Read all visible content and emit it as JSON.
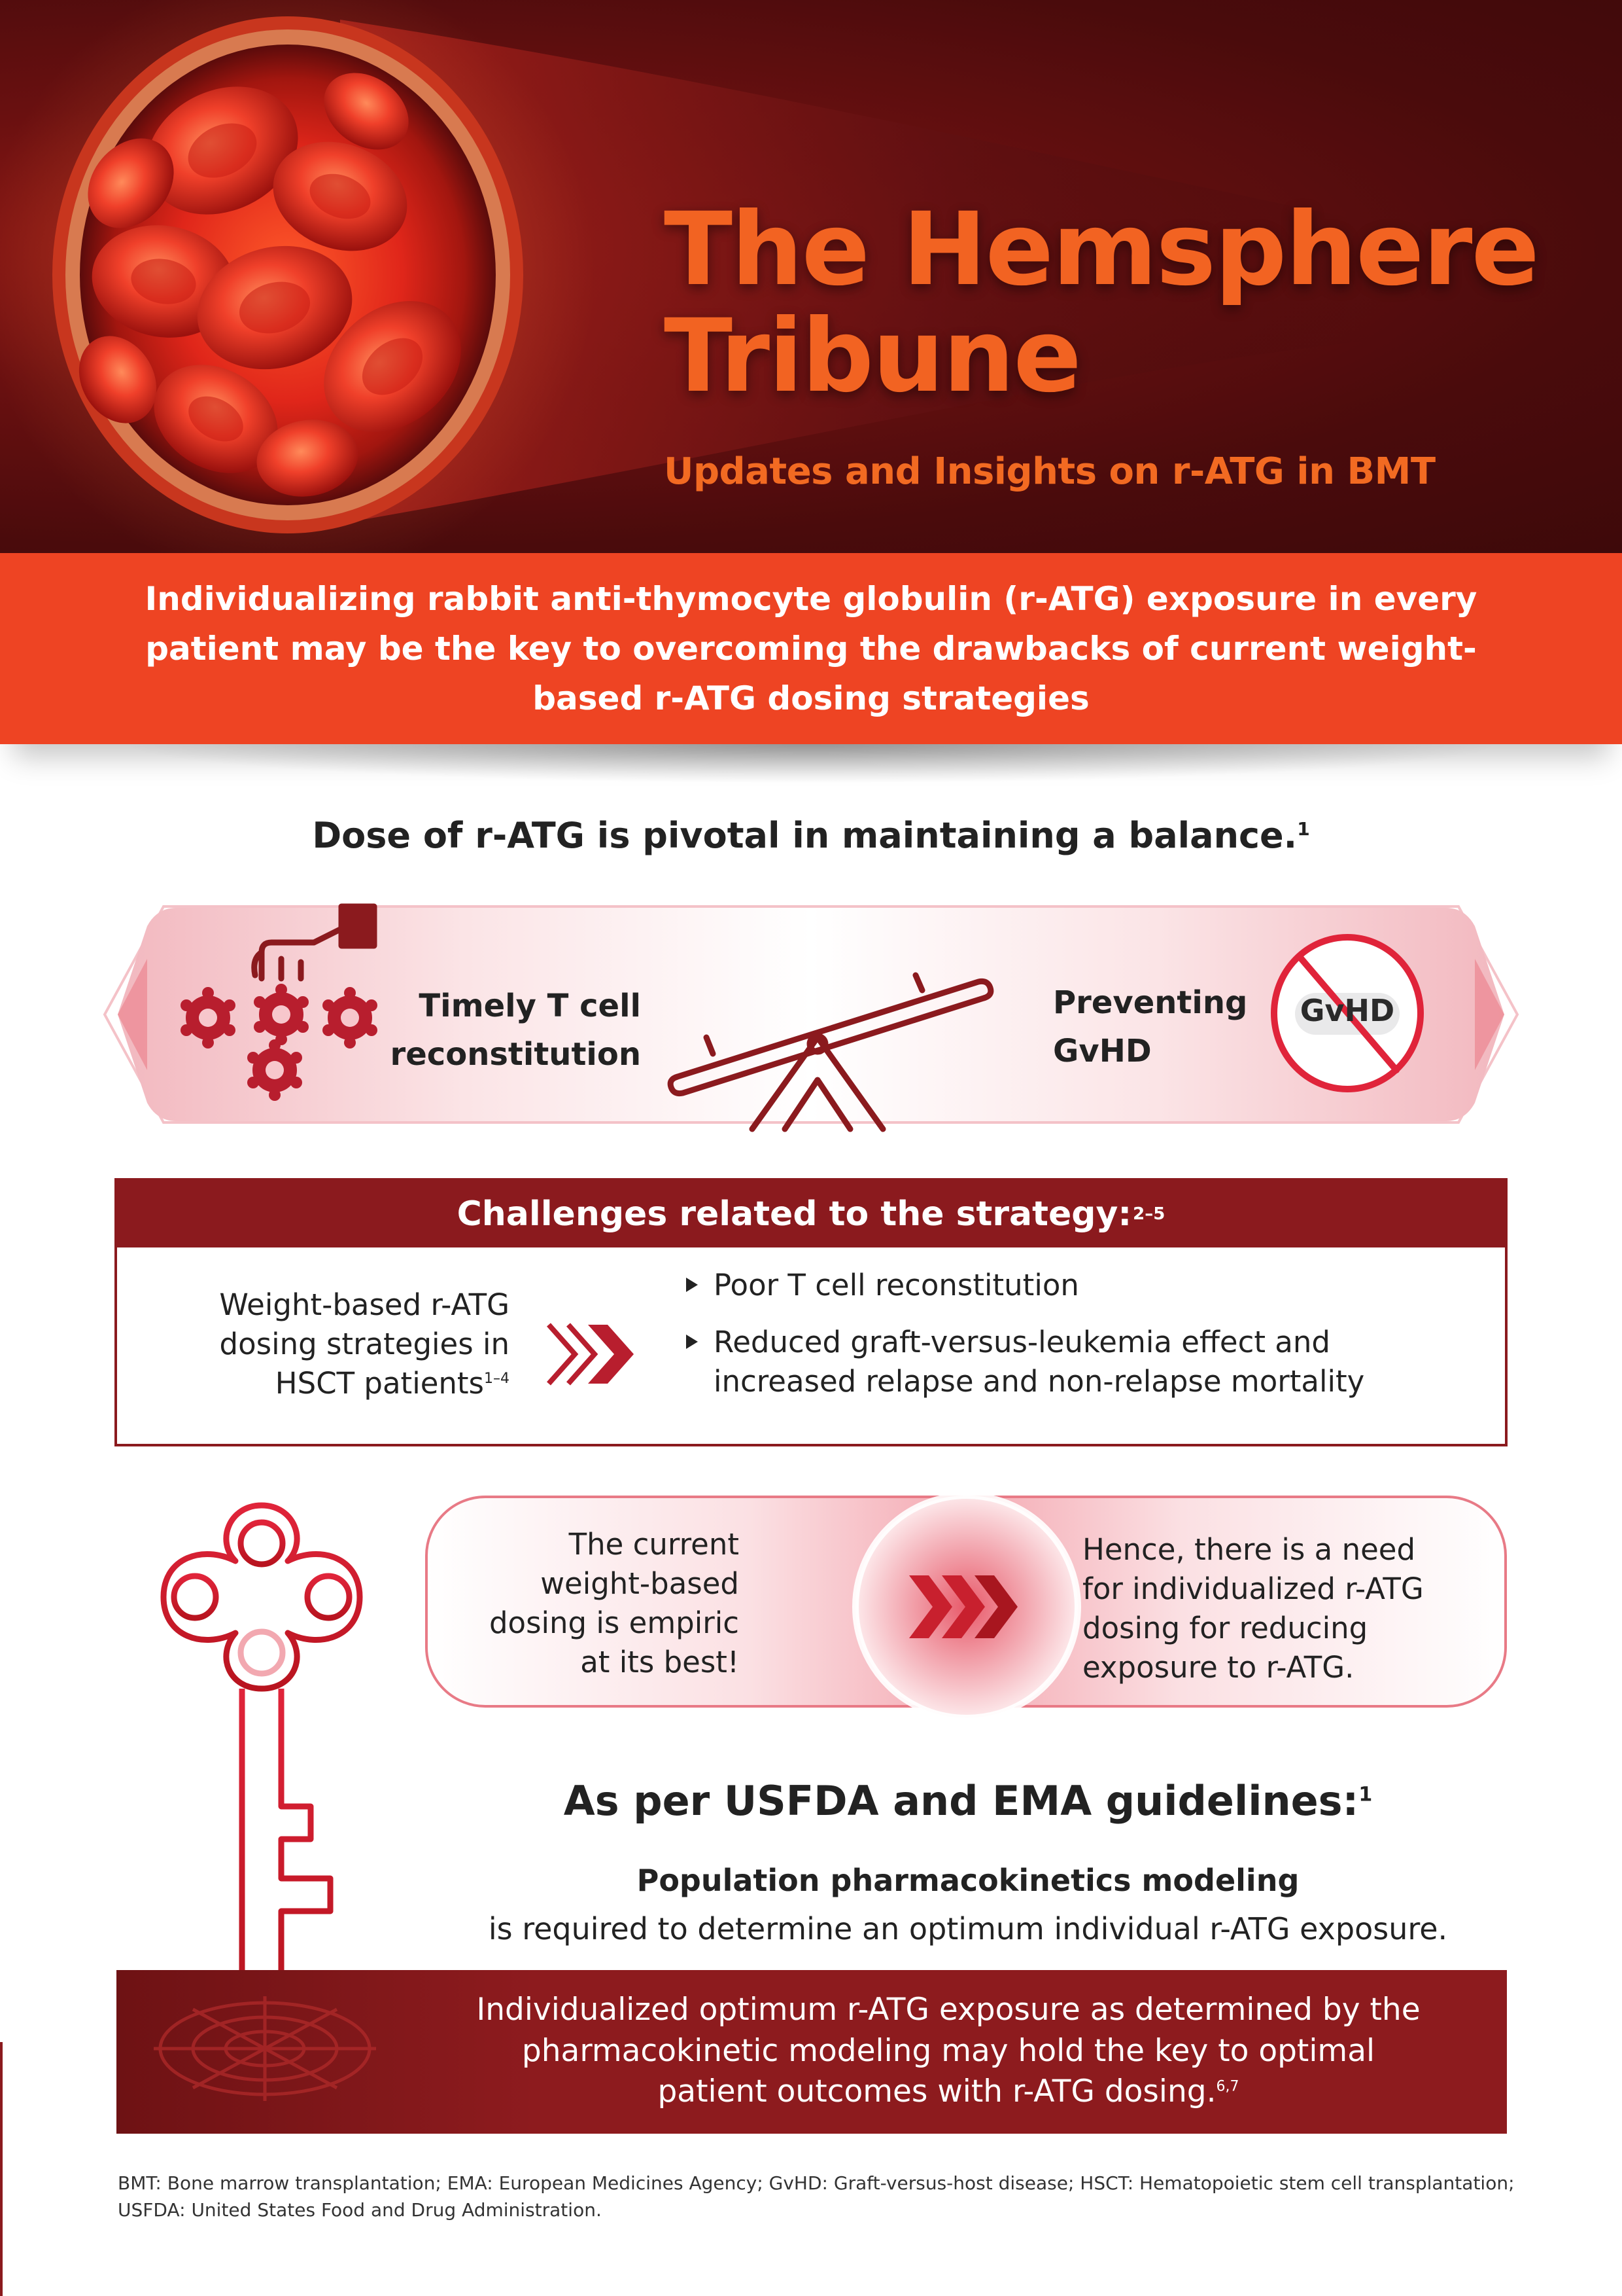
{
  "hero": {
    "title_line1": "The Hemsphere",
    "title_line2": "Tribune",
    "subtitle": "Updates and Insights on r-ATG in BMT"
  },
  "banner": {
    "text": "Individualizing rabbit anti-thymocyte globulin (r-ATG) exposure in every patient may be the key to overcoming the drawbacks of current weight-based r-ATG dosing strategies"
  },
  "balance": {
    "heading": "Dose of r-ATG is pivotal in maintaining a balance.",
    "heading_ref": "1",
    "left_line1": "Timely T cell",
    "left_line2": "reconstitution",
    "right_line1": "Preventing",
    "right_line2": "GvHD",
    "gvhd_badge": "GvHD"
  },
  "challenges": {
    "header": "Challenges related to the strategy:",
    "header_ref": "2–5",
    "left_line1": "Weight-based r-ATG",
    "left_line2": "dosing strategies in",
    "left_line3": "HSCT patients",
    "left_ref": "1–4",
    "items": [
      {
        "line1": "Poor T cell reconstitution",
        "line2": ""
      },
      {
        "line1": "Reduced graft-versus-leukemia effect and",
        "line2": "increased relapse and non-relapse mortality"
      }
    ]
  },
  "empiric": {
    "left_line1": "The current",
    "left_line2": "weight-based",
    "left_line3": "dosing is empiric",
    "left_line4": "at its best!",
    "right_line1": "Hence, there is a need",
    "right_line2": "for individualized r-ATG",
    "right_line3": "dosing for reducing",
    "right_line4": "exposure to r-ATG."
  },
  "guidelines": {
    "heading": "As per USFDA and EMA guidelines:",
    "heading_ref": "1",
    "bold": "Population pharmacokinetics modeling",
    "text": "is required to determine an optimum individual r-ATG exposure."
  },
  "conclusion": {
    "line1": "Individualized optimum r-ATG exposure as determined by the",
    "line2": "pharmacokinetic modeling may hold the key to optimal",
    "line3": "patient outcomes with r-ATG dosing.",
    "ref": "6,7"
  },
  "footnote": {
    "text": "BMT: Bone marrow transplantation; EMA: European Medicines Agency; GvHD: Graft-versus-host disease; HSCT: Hematopoietic stem cell transplantation; USFDA: United States Food and Drug Administration."
  },
  "colors": {
    "orange": "#f26322",
    "banner": "#ee4423",
    "maroon": "#8b1a1e",
    "pink": "#f7d6da",
    "red": "#e0243a"
  },
  "icons": [
    "blood-vessel-illustration",
    "t-cell-icon",
    "hand-icon",
    "seesaw-icon",
    "no-gvhd-icon",
    "chevron-arrows-icon",
    "key-icon",
    "target-icon"
  ]
}
